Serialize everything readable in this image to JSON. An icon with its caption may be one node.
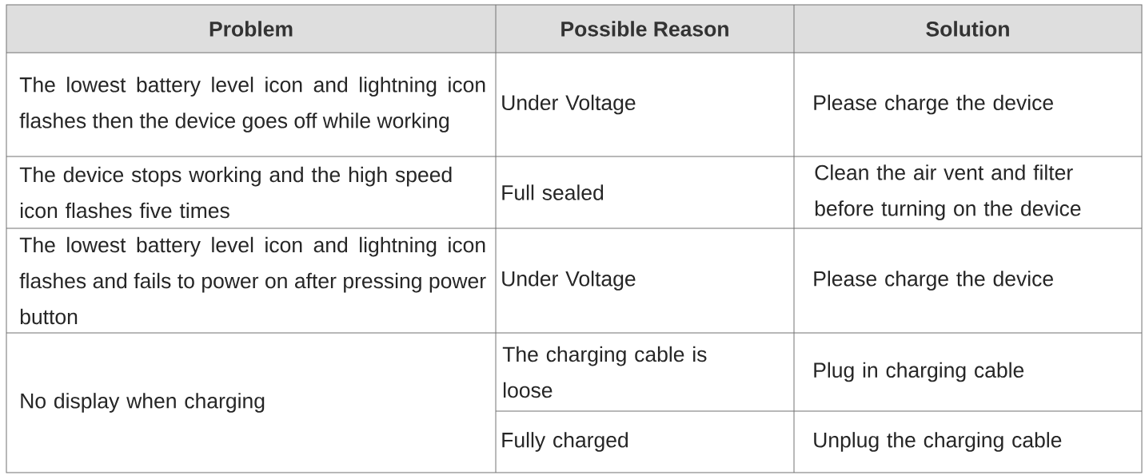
{
  "diagram": {
    "labels": [
      "Problem",
      "Possible Reason",
      "Solution",
      "The lowest battery level icon and lightning icon flashes then the device goes off while working",
      "Under Voltage",
      "Please charge the device",
      "The device stops working and the high speed icon flashes five times",
      "Full sealed",
      "Clean the air vent and filter before turning on the device",
      "The lowest battery level icon and lightning icon flashes and fails to power on after pressing power button",
      "Under Voltage",
      "Please charge the device",
      "No display when charging",
      "The charging cable is loose",
      "Plug in charging cable",
      "Fully charged",
      "Unplug the charging cable"
    ]
  }
}
